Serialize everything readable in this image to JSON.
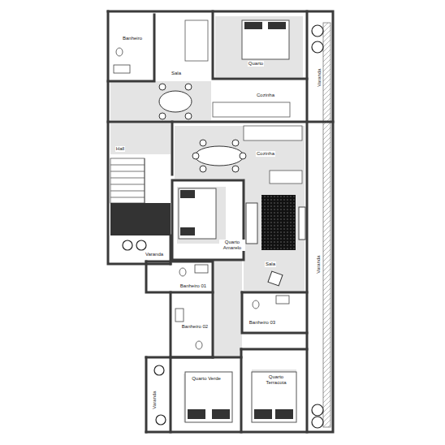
{
  "diagram": {
    "labels": [
      "Banheiro",
      "Sala",
      "Quarto",
      "Cozinha",
      "Varanda",
      "Hall",
      "Cozinha",
      "Quarto Amarelo",
      "Varanda",
      "Sala",
      "Varanda",
      "Banheiro 01",
      "Banheiro 03",
      "Banheiro 02",
      "Quarto Verde",
      "Quarto Terracota",
      "Varanda"
    ]
  }
}
